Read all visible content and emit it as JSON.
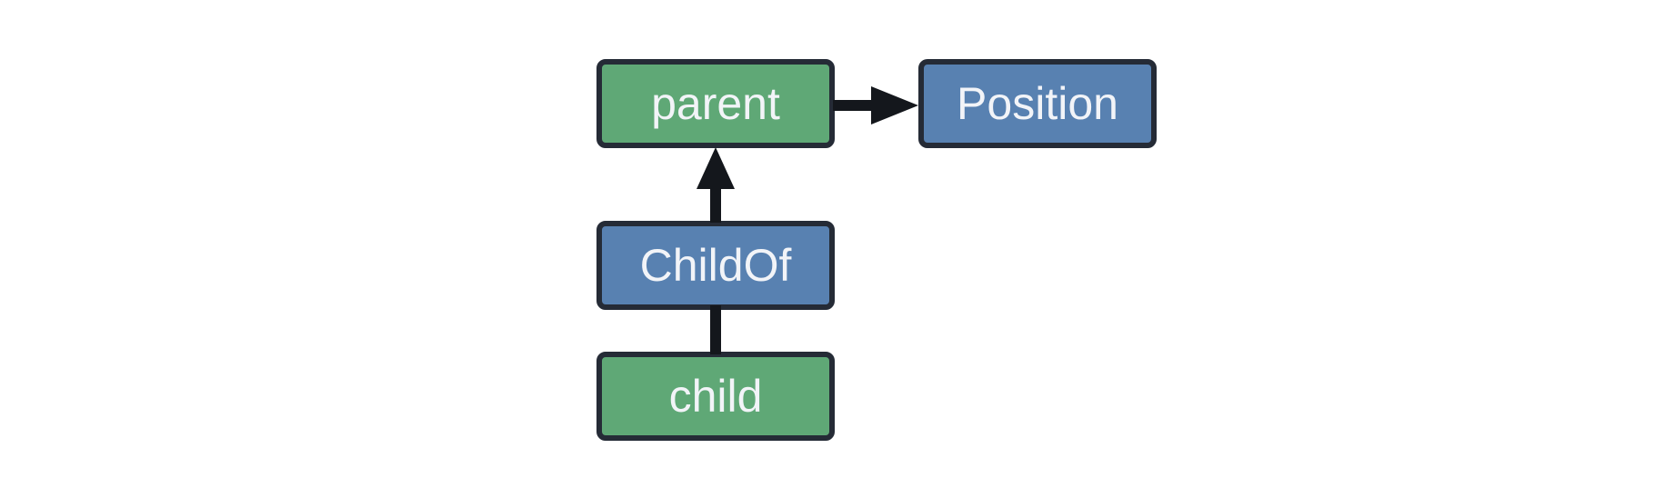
{
  "diagram": {
    "background": "#ffffff",
    "colors": {
      "entity_fill": "#5fa876",
      "component_fill": "#5881b1",
      "border": "#252b36",
      "arrow": "#14171c",
      "text": "#f2f4f8"
    },
    "nodes": [
      {
        "id": "parent",
        "label": "parent",
        "type": "entity"
      },
      {
        "id": "Position",
        "label": "Position",
        "type": "component"
      },
      {
        "id": "ChildOf",
        "label": "ChildOf",
        "type": "relationship"
      },
      {
        "id": "child",
        "label": "child",
        "type": "entity"
      }
    ],
    "edges": [
      {
        "from": "parent",
        "to": "Position",
        "style": "arrow-right"
      },
      {
        "from": "ChildOf",
        "to": "parent",
        "style": "arrow-up"
      },
      {
        "from": "child",
        "to": "ChildOf",
        "style": "line"
      }
    ]
  }
}
